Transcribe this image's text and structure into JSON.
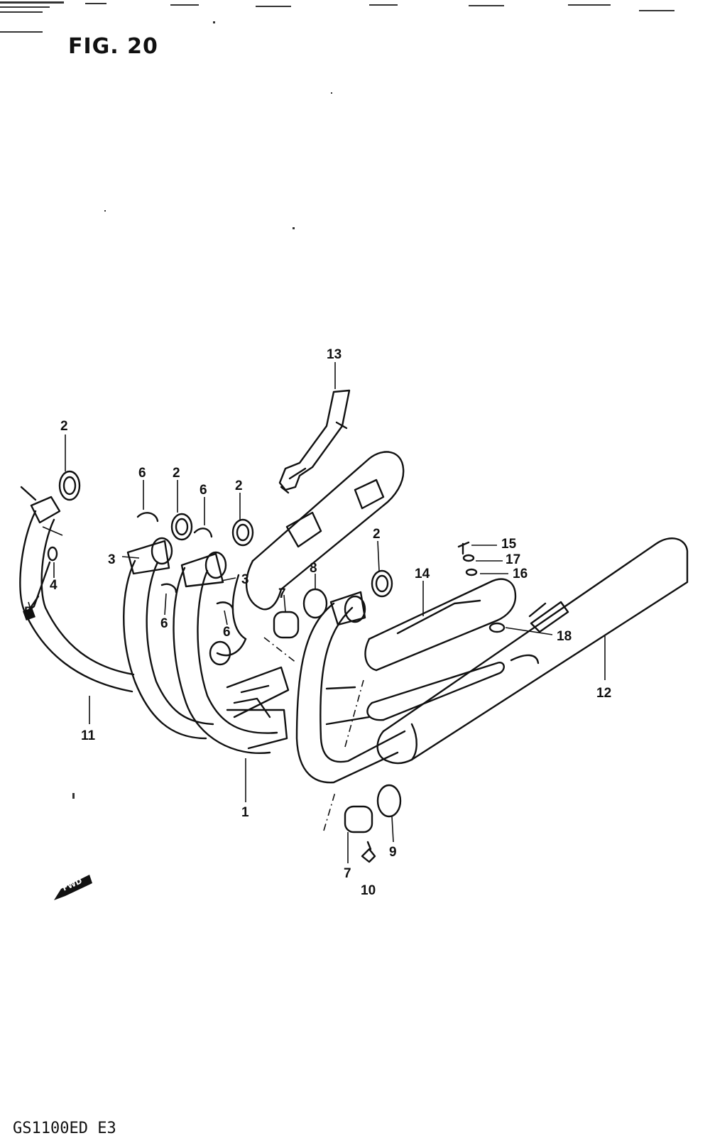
{
  "figure": {
    "title": "FIG. 20",
    "model_code": "GS1100ED E3",
    "direction_label": "FWD"
  },
  "callouts": [
    {
      "id": "c13",
      "label": "13"
    },
    {
      "id": "c2a",
      "label": "2"
    },
    {
      "id": "c6a",
      "label": "6"
    },
    {
      "id": "c2b",
      "label": "2"
    },
    {
      "id": "c6b",
      "label": "6"
    },
    {
      "id": "c2c",
      "label": "2"
    },
    {
      "id": "c3a",
      "label": "3"
    },
    {
      "id": "c3b",
      "label": "3"
    },
    {
      "id": "c4",
      "label": "4"
    },
    {
      "id": "c5",
      "label": "5"
    },
    {
      "id": "c6c",
      "label": "6"
    },
    {
      "id": "c6d",
      "label": "6"
    },
    {
      "id": "c7a",
      "label": "7"
    },
    {
      "id": "c8",
      "label": "8"
    },
    {
      "id": "c2d",
      "label": "2"
    },
    {
      "id": "c14",
      "label": "14"
    },
    {
      "id": "c15",
      "label": "15"
    },
    {
      "id": "c17",
      "label": "17"
    },
    {
      "id": "c16",
      "label": "16"
    },
    {
      "id": "c18",
      "label": "18"
    },
    {
      "id": "c12",
      "label": "12"
    },
    {
      "id": "c11",
      "label": "11"
    },
    {
      "id": "c1",
      "label": "1"
    },
    {
      "id": "c9",
      "label": "9"
    },
    {
      "id": "c7b",
      "label": "7"
    },
    {
      "id": "c10",
      "label": "10"
    }
  ]
}
